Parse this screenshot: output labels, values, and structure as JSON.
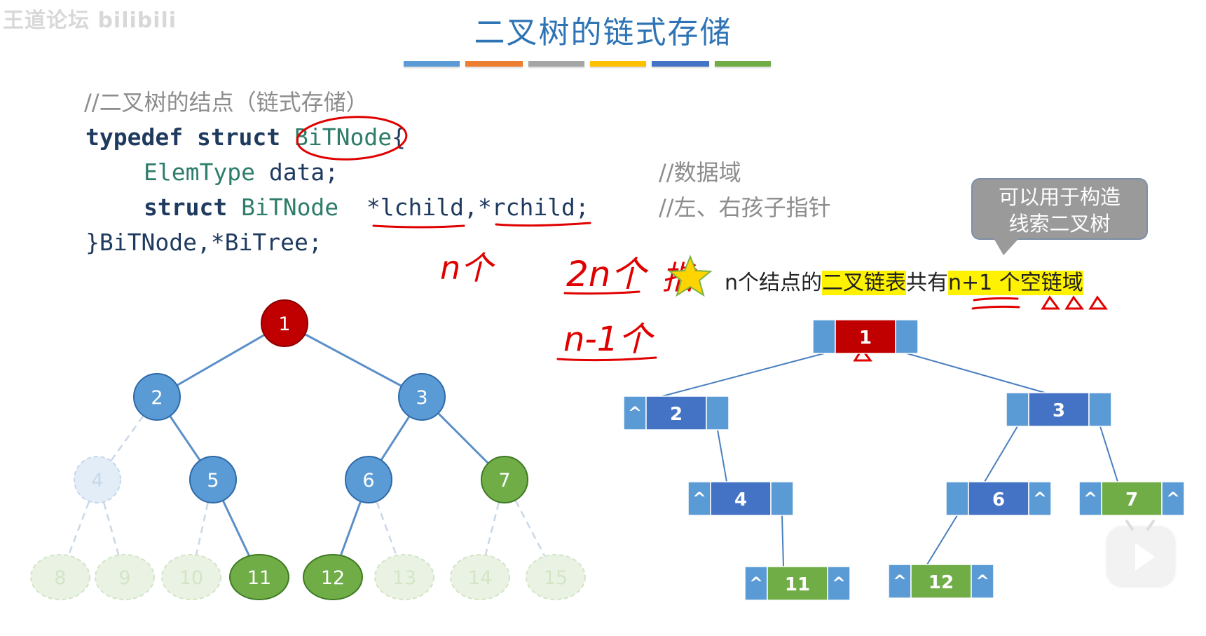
{
  "watermark": "王道论坛 bilibili",
  "title": "二叉树的链式存储",
  "title_bar_colors": [
    "#5b9bd5",
    "#ed7d31",
    "#a5a5a5",
    "#ffc000",
    "#4472c4",
    "#70ad47"
  ],
  "code": {
    "comment_header": "//二叉树的结点（链式存储）",
    "line1_kw1": "typedef",
    "line1_kw2": "struct",
    "line1_name": "BiTNode",
    "line1_brace": "{",
    "line2_type": "ElemType",
    "line2_rest": " data;",
    "line2_comment": "//数据域",
    "line3_kw": "struct",
    "line3_type": "BiTNode",
    "line3_rest": "  *lchild,*rchild;",
    "line3_comment": "//左、右孩子指针",
    "line4": "}BiTNode,*BiTree;"
  },
  "bubble": {
    "line1": "可以用于构造",
    "line2": "线索二叉树"
  },
  "statement": {
    "part1": "n个结点的",
    "hl1": "二叉链表",
    "part2": "共有",
    "hl2": "n+1",
    "part3": " 个空链域"
  },
  "handwriting": {
    "n_count": "n个",
    "two_n": "2n个",
    "pointer": "指",
    "n_minus_1": "n-1个"
  },
  "colors": {
    "node_red": "#c00000",
    "node_blue": "#5b9bd5",
    "node_green": "#70ad47",
    "cell_blue": "#4472c4",
    "cell_light": "#5b9bd5",
    "ink": "#e00000"
  },
  "binary_tree": {
    "nodes": [
      {
        "label": "1",
        "style": "red"
      },
      {
        "label": "2",
        "style": "blue"
      },
      {
        "label": "3",
        "style": "blue"
      },
      {
        "label": "4",
        "style": "ghost-blue"
      },
      {
        "label": "5",
        "style": "blue"
      },
      {
        "label": "6",
        "style": "blue"
      },
      {
        "label": "7",
        "style": "green"
      },
      {
        "label": "8",
        "style": "ghost-green"
      },
      {
        "label": "9",
        "style": "ghost-green"
      },
      {
        "label": "10",
        "style": "ghost-green"
      },
      {
        "label": "11",
        "style": "green"
      },
      {
        "label": "12",
        "style": "green"
      },
      {
        "label": "13",
        "style": "ghost-green"
      },
      {
        "label": "14",
        "style": "ghost-green"
      },
      {
        "label": "15",
        "style": "ghost-green"
      }
    ]
  },
  "linked_list": {
    "null_symbol": "^",
    "nodes": [
      {
        "label": "1",
        "left": "",
        "right": "",
        "style": "red"
      },
      {
        "label": "2",
        "left": "^",
        "right": "",
        "style": "blue"
      },
      {
        "label": "3",
        "left": "",
        "right": "",
        "style": "blue"
      },
      {
        "label": "4",
        "left": "^",
        "right": "",
        "style": "blue"
      },
      {
        "label": "6",
        "left": "",
        "right": "^",
        "style": "blue"
      },
      {
        "label": "7",
        "left": "^",
        "right": "^",
        "style": "green"
      },
      {
        "label": "11",
        "left": "^",
        "right": "^",
        "style": "green"
      },
      {
        "label": "12",
        "left": "^",
        "right": "^",
        "style": "green"
      }
    ]
  }
}
